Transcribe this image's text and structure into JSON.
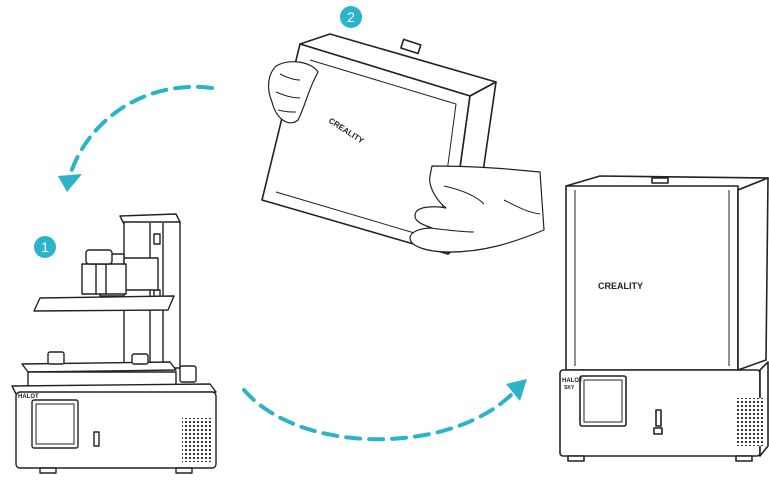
{
  "steps": [
    {
      "number": "1"
    },
    {
      "number": "2"
    }
  ],
  "brand": {
    "cover_logo": "CREALITY",
    "printer_logo": "CREALITY",
    "model_badge_line1": "HALOT",
    "model_badge_line2": "SKY"
  },
  "icons": {
    "arrow_1": "curved-dashed-arrow-to-step-1",
    "arrow_2": "curved-dashed-arrow-to-assembled-printer"
  },
  "colors": {
    "accent": "#2ab3c9",
    "line": "#222222",
    "background": "#ffffff"
  }
}
